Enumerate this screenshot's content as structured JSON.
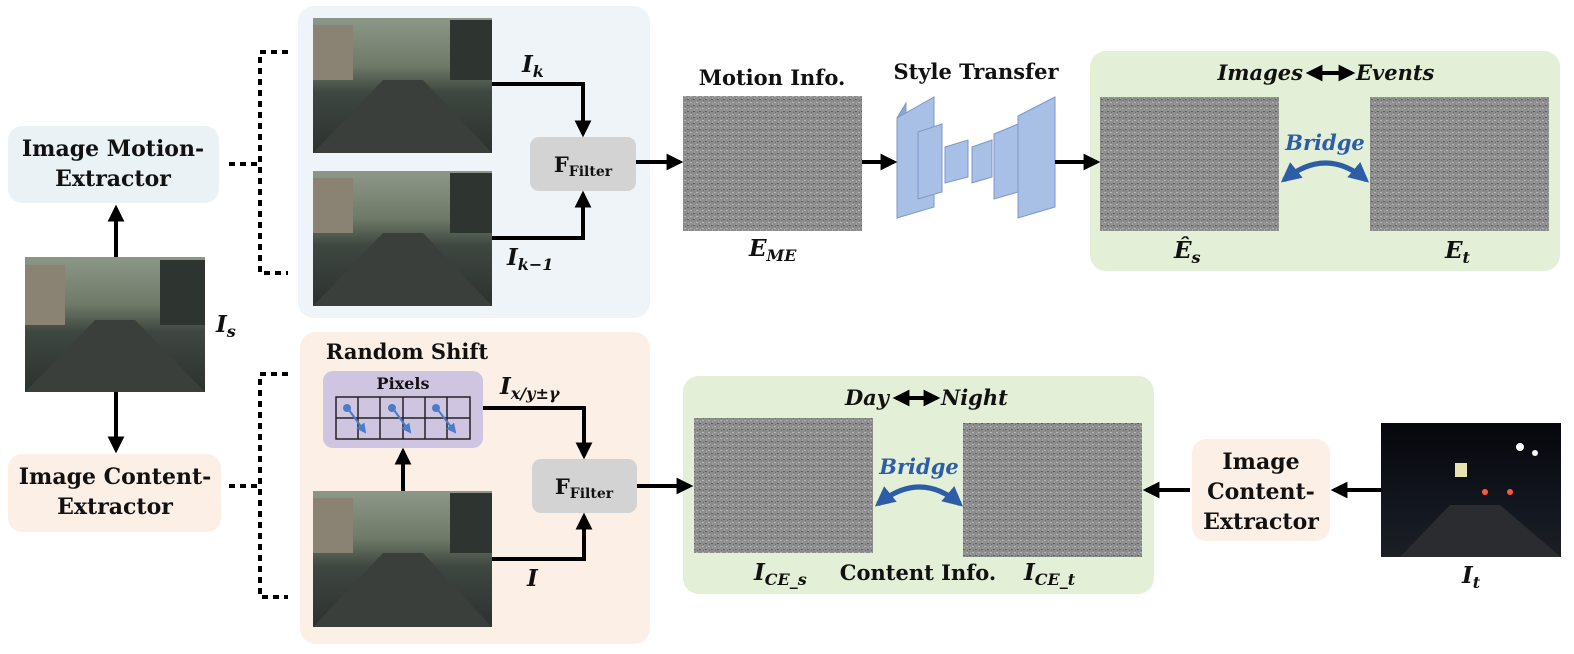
{
  "extractors": {
    "motion": {
      "line1": "Image Motion-",
      "line2": "Extractor"
    },
    "content_left": {
      "line1": "Image Content-",
      "line2": "Extractor"
    },
    "content_right": {
      "line1": "Image",
      "line2": "Content-",
      "line3": "Extractor"
    }
  },
  "labels": {
    "source_image": {
      "base": "I",
      "sub": "s"
    },
    "target_image": {
      "base": "I",
      "sub": "t"
    },
    "frame_k": {
      "base": "I",
      "sub": "k"
    },
    "frame_k1": {
      "base": "I",
      "sub": "k−1"
    },
    "shifted": {
      "base": "I",
      "sub": "x/y±γ"
    },
    "plain": "I",
    "e_me": {
      "base": "E",
      "sub": "ME"
    },
    "e_s_hat": {
      "base": "Ê",
      "sub": "s"
    },
    "e_t": {
      "base": "E",
      "sub": "t"
    },
    "i_ce_s": {
      "base": "I",
      "sub": "CE_s"
    },
    "i_ce_t": {
      "base": "I",
      "sub": "CE_t"
    }
  },
  "filter": {
    "base": "F",
    "sub": "Filter"
  },
  "titles": {
    "motion_info": "Motion Info.",
    "style_transfer": "Style Transfer",
    "images": "Images",
    "events": "Events",
    "random_shift": "Random Shift",
    "pixels": "Pixels",
    "day": "Day",
    "night": "Night",
    "content_info": "Content Info.",
    "bridge": "Bridge"
  },
  "colors": {
    "blue_panel": "#eef4f7",
    "peach_panel": "#fbefe6",
    "green_panel": "#e3efd6",
    "filter_box": "#d3d3d3",
    "network": "#a8bfe6",
    "bridge": "#2e5da8",
    "pixels_box": "#cfc5e0"
  }
}
